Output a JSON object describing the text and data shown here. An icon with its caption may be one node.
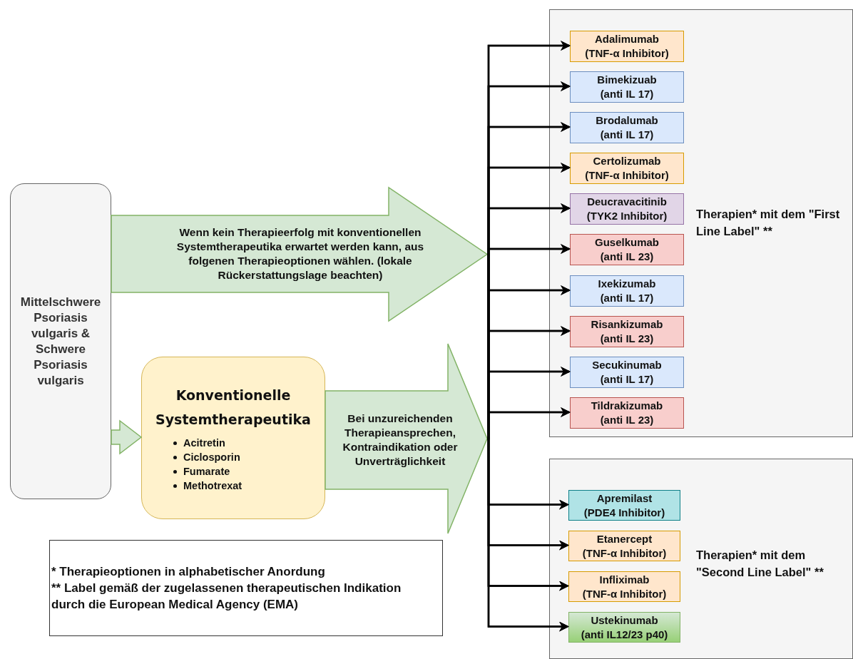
{
  "diagram": {
    "nodes": [
      {
        "text": [
          "Mittelschwere Psoriasis vulgaris & Schwere Psoriasis vulgaris"
        ]
      },
      {
        "text": [
          "Wenn kein Therapieerfolg mit konventionellen Systemtherapeutika erwartet werden kann, aus folgenen Therapieoptionen wählen. (lokale Rückerstattungslage beachten)"
        ]
      },
      {
        "text": [
          "Konventionelle Systemtherapeutika",
          "Acitretin",
          "Ciclosporin",
          "Fumarate",
          "Methotrexat"
        ]
      },
      {
        "text": [
          "Bei unzureichenden Therapieansprechen, Kontraindikation oder Unverträglichkeit"
        ]
      },
      {
        "text": [
          "Therapien* mit dem \"First Line Label\" **"
        ]
      },
      {
        "text": [
          "Adalimumab",
          "(TNF-α Inhibitor)"
        ],
        "in": 4
      },
      {
        "text": [
          "Bimekizuab",
          "(anti IL 17)"
        ],
        "in": 4
      },
      {
        "text": [
          "Brodalumab",
          "(anti IL 17)"
        ],
        "in": 4
      },
      {
        "text": [
          "Certolizumab",
          "(TNF-α Inhibitor)"
        ],
        "in": 4
      },
      {
        "text": [
          "Deucravacitinib",
          "(TYK2 Inhibitor)"
        ],
        "in": 4
      },
      {
        "text": [
          "Guselkumab",
          "(anti IL 23)"
        ],
        "in": 4
      },
      {
        "text": [
          "Ixekizumab",
          "(anti IL 17)"
        ],
        "in": 4
      },
      {
        "text": [
          "Risankizumab",
          "(anti IL 23)"
        ],
        "in": 4
      },
      {
        "text": [
          "Secukinumab",
          "(anti IL 17)"
        ],
        "in": 4
      },
      {
        "text": [
          "Tildrakizumab",
          "(anti IL 23)"
        ],
        "in": 4
      },
      {
        "text": [
          "Therapien* mit dem \"Second Line Label\" **"
        ]
      },
      {
        "text": [
          "Apremilast",
          "(PDE4 Inhibitor)"
        ],
        "in": 15
      },
      {
        "text": [
          "Etanercept",
          "(TNF-α Inhibitor)"
        ],
        "in": 15
      },
      {
        "text": [
          "Infliximab",
          "(TNF-α Inhibitor)"
        ],
        "in": 15
      },
      {
        "text": [
          "Ustekinumab",
          "(anti IL12/23 p40)"
        ],
        "in": 15
      },
      {
        "text": [
          "* Therapieoptionen in alphabetischer Anordung",
          "** Label gemäß der zugelassenen therapeutischen Indikation durch die European Medical Agency (EMA)"
        ]
      }
    ],
    "edges": [
      {
        "from": 0,
        "to": 2,
        "arrow": "to",
        "style": "thick",
        "color": "#d5e8d4"
      },
      {
        "from": 1,
        "to": 5,
        "arrow": "to"
      },
      {
        "from": 1,
        "to": 6,
        "arrow": "to"
      },
      {
        "from": 1,
        "to": 7,
        "arrow": "to"
      },
      {
        "from": 1,
        "to": 8,
        "arrow": "to"
      },
      {
        "from": 1,
        "to": 9,
        "arrow": "to"
      },
      {
        "from": 1,
        "to": 10,
        "arrow": "to"
      },
      {
        "from": 1,
        "to": 11,
        "arrow": "to"
      },
      {
        "from": 1,
        "to": 12,
        "arrow": "to"
      },
      {
        "from": 1,
        "to": 13,
        "arrow": "to"
      },
      {
        "from": 1,
        "to": 14,
        "arrow": "to"
      },
      {
        "from": 1,
        "to": 16,
        "arrow": "to"
      },
      {
        "from": 1,
        "to": 17,
        "arrow": "to"
      },
      {
        "from": 1,
        "to": 18,
        "arrow": "to"
      },
      {
        "from": 1,
        "to": 19,
        "arrow": "to"
      },
      {
        "from": 3,
        "to": 5,
        "arrow": "to"
      },
      {
        "from": 3,
        "to": 6,
        "arrow": "to"
      },
      {
        "from": 3,
        "to": 7,
        "arrow": "to"
      },
      {
        "from": 3,
        "to": 8,
        "arrow": "to"
      },
      {
        "from": 3,
        "to": 9,
        "arrow": "to"
      },
      {
        "from": 3,
        "to": 10,
        "arrow": "to"
      },
      {
        "from": 3,
        "to": 11,
        "arrow": "to"
      },
      {
        "from": 3,
        "to": 12,
        "arrow": "to"
      },
      {
        "from": 3,
        "to": 13,
        "arrow": "to"
      },
      {
        "from": 3,
        "to": 14,
        "arrow": "to"
      },
      {
        "from": 3,
        "to": 16,
        "arrow": "to"
      },
      {
        "from": 3,
        "to": 17,
        "arrow": "to"
      },
      {
        "from": 3,
        "to": 18,
        "arrow": "to"
      },
      {
        "from": 3,
        "to": 19,
        "arrow": "to"
      }
    ]
  }
}
